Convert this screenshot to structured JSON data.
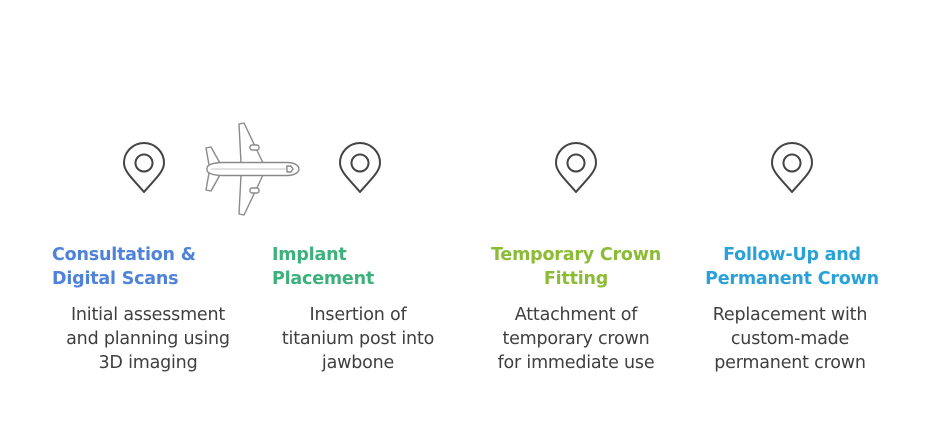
{
  "steps": [
    {
      "title": "Consultation &\nDigital Scans",
      "description": "Initial assessment\nand planning using\n3D imaging",
      "color": "#4f82d9",
      "icon": "map-pin-icon"
    },
    {
      "title": "Implant\nPlacement",
      "description": "Insertion of\ntitanium post into\njawbone",
      "color": "#3db17c",
      "icon": "map-pin-icon"
    },
    {
      "title": "Temporary Crown\nFitting",
      "description": "Attachment of\ntemporary crown\nfor immediate use",
      "color": "#8cbb35",
      "icon": "map-pin-icon"
    },
    {
      "title": "Follow-Up and\nPermanent Crown",
      "description": "Replacement with\ncustom-made\npermanent crown",
      "color": "#2aa2d7",
      "icon": "map-pin-icon"
    }
  ],
  "decoration": {
    "icon": "airplane-icon"
  }
}
